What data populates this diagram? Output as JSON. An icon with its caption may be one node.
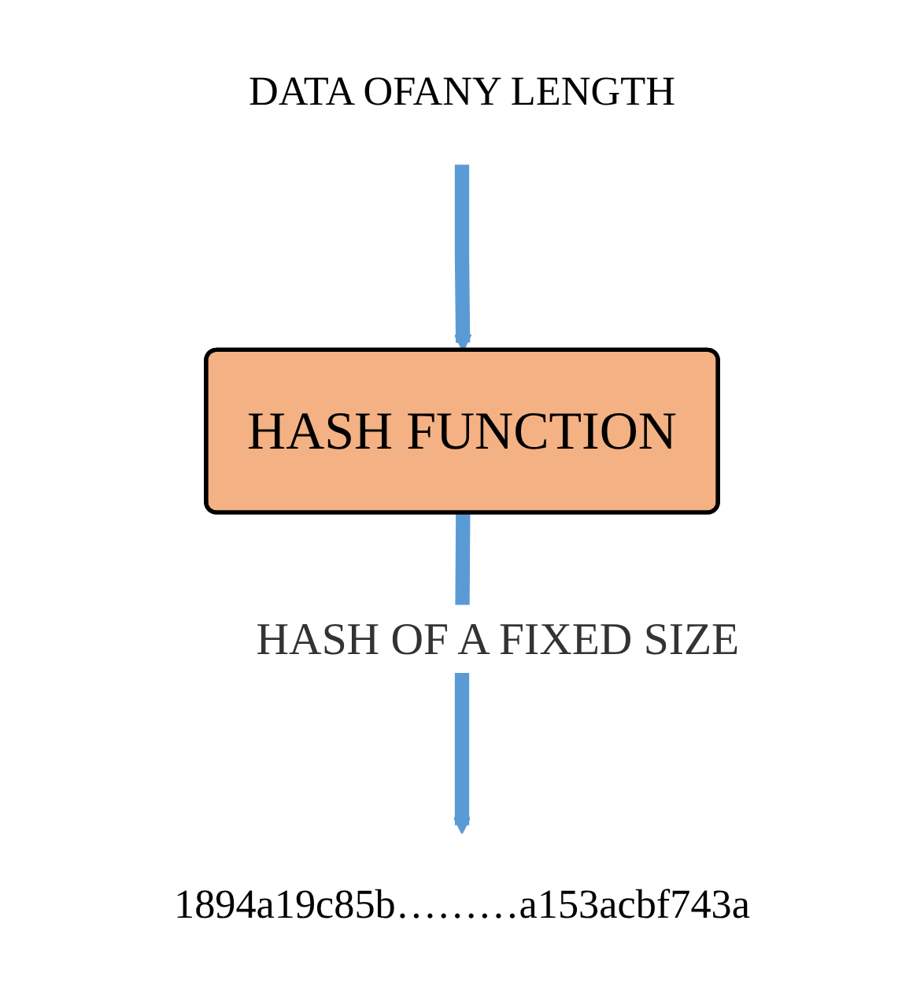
{
  "diagram": {
    "nodes": [
      {
        "text": [
          "DATA OFANY LENGTH"
        ]
      },
      {
        "text": [
          "HASH FUNCTION"
        ]
      },
      {
        "text": [
          "1894a19c85b………a153acbf743a"
        ]
      }
    ],
    "edges": [
      {
        "from": 0,
        "to": 1,
        "arrow": "to"
      },
      {
        "from": 1,
        "to": 2,
        "arrow": "to",
        "label": "HASH OF A FIXED SIZE"
      }
    ]
  }
}
